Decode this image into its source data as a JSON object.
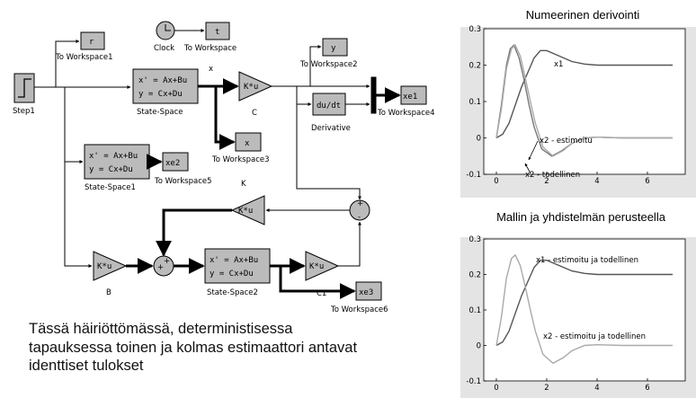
{
  "diagram": {
    "blocks": {
      "step": "Step1",
      "ws1_var": "r",
      "ws1": "To Workspace1",
      "clock": "Clock",
      "ws_t_var": "t",
      "ws_t": "To Workspace",
      "ss_name": "State-Space",
      "ss_eq1": "x' = Ax+Bu",
      "ss_eq2": "y = Cx+Du",
      "x_label": "x",
      "gain_c_text": "K*u",
      "gain_c_name": "C",
      "ws2_var": "y",
      "ws2": "To Workspace2",
      "deriv_text": "du/dt",
      "deriv_name": "Derivative",
      "ws4_var": "xe1",
      "ws4": "To Workspace4",
      "ws3_var": "x",
      "ws3": "To Workspace3",
      "ss1_name": "State-Space1",
      "ss1_eq1": "x' = Ax+Bu",
      "ss1_eq2": "y = Cx+Du",
      "ws5_var": "xe2",
      "ws5": "To Workspace5",
      "gain_k_text": "K*u",
      "gain_k_name": "K",
      "sum_right_plus": "+",
      "sum_right_minus": "-",
      "gain_b_text": "K*u",
      "gain_b_name": "B",
      "sum_left_plus1": "+",
      "sum_left_plus2": "+",
      "ss2_name": "State-Space2",
      "ss2_eq1": "x' = Ax+Bu",
      "ss2_eq2": "y = Cx+Du",
      "gain_c1_text": "K*u",
      "gain_c1_name": "C1",
      "ws6_var": "xe3",
      "ws6": "To Workspace6"
    }
  },
  "note": {
    "lines": [
      "Tässä häiriöttömässä, deterministisessa",
      "tapauksessa toinen ja kolmas estimaattori antavat",
      "identtiset tulokset"
    ]
  },
  "chart_data": [
    {
      "type": "line",
      "title": "Numeerinen derivointi",
      "xlim": [
        -0.5,
        7.5
      ],
      "ylim": [
        -0.1,
        0.3
      ],
      "xticks": [
        "0",
        "2",
        "4",
        "6"
      ],
      "yticks": [
        "-0.1",
        "0",
        "0.1",
        "0.2",
        "0.3"
      ],
      "grid": false,
      "series": [
        {
          "name": "x1",
          "color": "#555555",
          "x": [
            0,
            0.25,
            0.5,
            0.75,
            1.0,
            1.25,
            1.5,
            1.75,
            2.0,
            2.5,
            3.0,
            3.5,
            4.0,
            5.0,
            6.0,
            7.0
          ],
          "y": [
            0,
            0.01,
            0.04,
            0.09,
            0.14,
            0.18,
            0.22,
            0.24,
            0.24,
            0.225,
            0.21,
            0.203,
            0.2,
            0.2,
            0.2,
            0.2
          ]
        },
        {
          "name": "x2 - estimoitu",
          "color": "#777777",
          "x": [
            0,
            0.2,
            0.4,
            0.55,
            0.7,
            0.9,
            1.1,
            1.3,
            1.5,
            1.8,
            2.2,
            2.6,
            3.0,
            3.5,
            4.0,
            5.0,
            6.0,
            7.0
          ],
          "y": [
            0,
            0.09,
            0.2,
            0.245,
            0.255,
            0.22,
            0.16,
            0.09,
            0.03,
            -0.03,
            -0.05,
            -0.035,
            -0.015,
            0,
            0.002,
            0,
            0,
            0
          ]
        },
        {
          "name": "x2 - todellinen",
          "color": "#aaaaaa",
          "x": [
            0,
            0.2,
            0.4,
            0.6,
            0.75,
            0.95,
            1.15,
            1.35,
            1.55,
            1.85,
            2.25,
            2.65,
            3.0,
            3.5,
            4.0,
            5.0,
            6.0,
            7.0
          ],
          "y": [
            0,
            0.08,
            0.19,
            0.245,
            0.255,
            0.225,
            0.165,
            0.1,
            0.04,
            -0.025,
            -0.05,
            -0.035,
            -0.015,
            0,
            0.002,
            0,
            0,
            0
          ]
        }
      ],
      "annotations": [
        "x1",
        "x2 - estimoitu",
        "x2 - todellinen"
      ]
    },
    {
      "type": "line",
      "title": "Mallin ja yhdistelmän perusteella",
      "xlim": [
        -0.5,
        7.5
      ],
      "ylim": [
        -0.1,
        0.3
      ],
      "xticks": [
        "0",
        "2",
        "4",
        "6"
      ],
      "yticks": [
        "-0.1",
        "0",
        "0.1",
        "0.2",
        "0.3"
      ],
      "grid": false,
      "series": [
        {
          "name": "x1 - estimoitu ja todellinen",
          "color": "#555555",
          "x": [
            0,
            0.25,
            0.5,
            0.75,
            1.0,
            1.25,
            1.5,
            1.75,
            2.0,
            2.5,
            3.0,
            3.5,
            4.0,
            5.0,
            6.0,
            7.0
          ],
          "y": [
            0,
            0.01,
            0.04,
            0.09,
            0.14,
            0.18,
            0.22,
            0.24,
            0.24,
            0.225,
            0.21,
            0.203,
            0.2,
            0.2,
            0.2,
            0.2
          ]
        },
        {
          "name": "x2 - estimoitu ja todellinen",
          "color": "#aaaaaa",
          "x": [
            0,
            0.2,
            0.4,
            0.6,
            0.75,
            0.95,
            1.15,
            1.35,
            1.55,
            1.85,
            2.25,
            2.65,
            3.0,
            3.5,
            4.0,
            5.0,
            6.0,
            7.0
          ],
          "y": [
            0,
            0.08,
            0.19,
            0.245,
            0.255,
            0.225,
            0.165,
            0.1,
            0.04,
            -0.025,
            -0.05,
            -0.035,
            -0.015,
            0,
            0.002,
            0,
            0,
            0
          ]
        }
      ],
      "annotations": [
        "x1 - estimoitu ja todellinen",
        "x2 - estimoitu ja todellinen"
      ]
    }
  ]
}
